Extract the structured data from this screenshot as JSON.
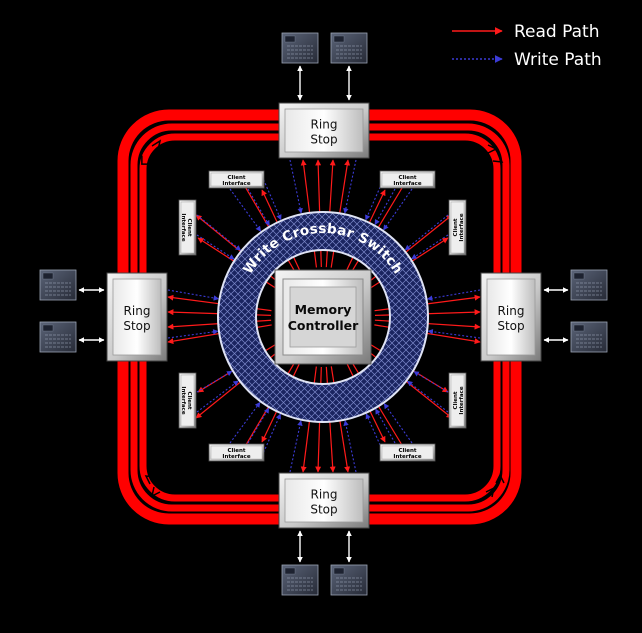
{
  "legend": {
    "read_label": "Read Path",
    "write_label": "Write Path",
    "read_color": "#ff1a1a",
    "write_color": "#3b3bd6"
  },
  "crossbar": {
    "label": "Write Crossbar Switch"
  },
  "memory_controller": {
    "line1": "Memory",
    "line2": "Controller"
  },
  "ring_stop": {
    "line1": "Ring",
    "line2": "Stop"
  },
  "client_interface": {
    "line1": "Client",
    "line2": "Interface"
  },
  "colors": {
    "background": "#000000",
    "ring": "#ff0000",
    "crossbar_fill": "#1e2a66",
    "box_light": "#f0f0f0",
    "box_dark": "#6c6c6c"
  }
}
